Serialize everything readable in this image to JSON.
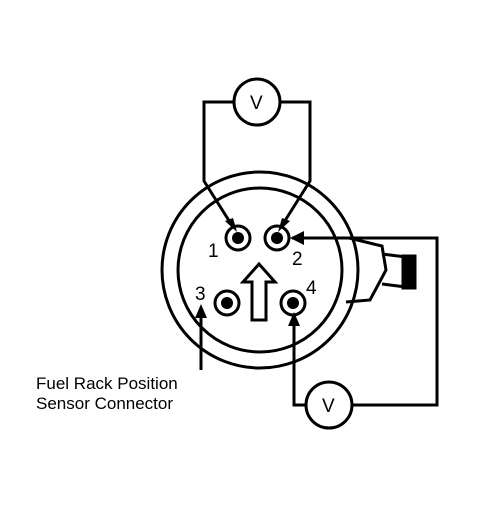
{
  "connector": {
    "pins": [
      {
        "id": "pin-1",
        "label": "1"
      },
      {
        "id": "pin-2",
        "label": "2"
      },
      {
        "id": "pin-3",
        "label": "3"
      },
      {
        "id": "pin-4",
        "label": "4"
      }
    ]
  },
  "meters": {
    "top": {
      "label": "V"
    },
    "bottom": {
      "label": "V"
    }
  },
  "caption": {
    "line1": "Fuel Rack Position",
    "line2": "Sensor Connector"
  },
  "colors": {
    "ink": "#000000",
    "paper": "#ffffff"
  }
}
